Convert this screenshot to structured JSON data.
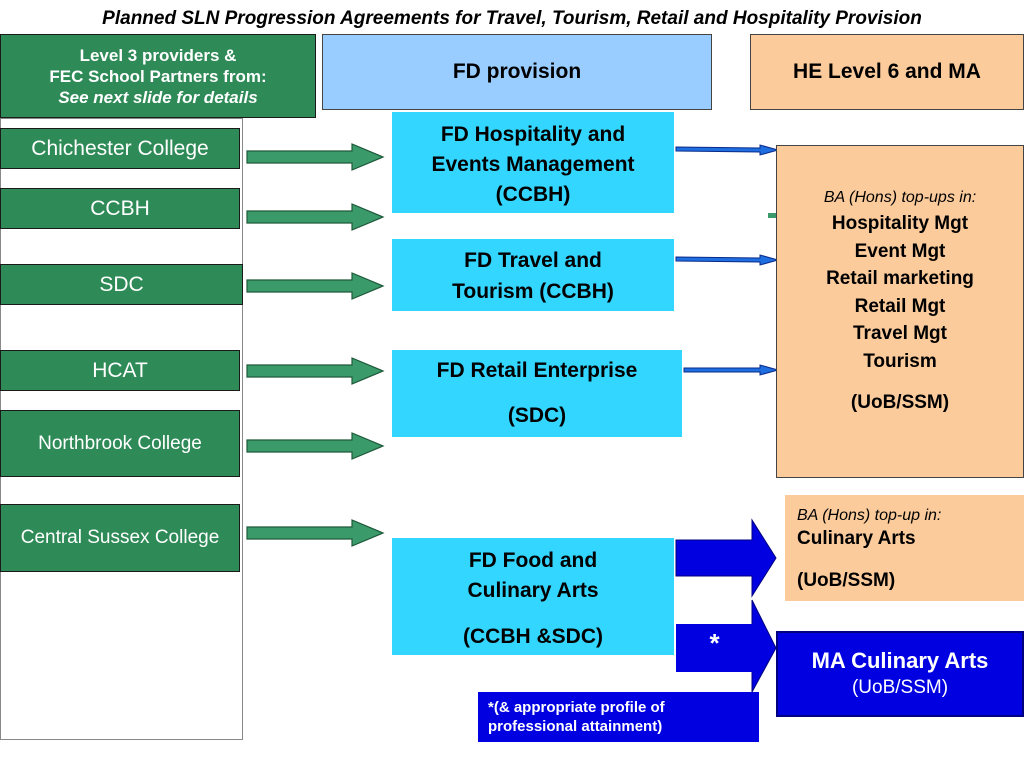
{
  "title": "Planned SLN Progression Agreements for Travel, Tourism, Retail and Hospitality Provision",
  "headers": {
    "providers": {
      "line1": "Level 3 providers  &",
      "line2": "FEC School Partners from:",
      "line3": "See next slide for details"
    },
    "fd": "FD provision",
    "he": "HE Level 6 and MA"
  },
  "colleges": [
    "Chichester College",
    "CCBH",
    "SDC",
    "HCAT",
    "Northbrook College",
    "Central Sussex College"
  ],
  "fd_boxes": {
    "hospitality": {
      "line1": "FD Hospitality and",
      "line2": "Events Management",
      "line3": "(CCBH)"
    },
    "travel": {
      "line1": "FD Travel and",
      "line2": "Tourism (CCBH)"
    },
    "retail": {
      "line1": "FD Retail Enterprise",
      "line2": "(SDC)"
    },
    "food": {
      "line1": "FD Food and",
      "line2": "Culinary Arts",
      "line3": "(CCBH &SDC)"
    }
  },
  "ba_box": {
    "heading": "BA (Hons) top-ups in:",
    "items": [
      "Hospitality Mgt",
      "Event Mgt",
      "Retail marketing",
      "Retail Mgt",
      "Travel Mgt",
      "Tourism"
    ],
    "institution": "(UoB/SSM)"
  },
  "culinary_box": {
    "heading": "BA (Hons) top-up in:",
    "subject": "Culinary Arts",
    "institution": "(UoB/SSM)"
  },
  "star_label": "*",
  "ma_box": {
    "line1": "MA Culinary Arts",
    "line2": "(UoB/SSM)"
  },
  "footnote": {
    "line1": "*(& appropriate profile of",
    "line2": "professional attainment)"
  },
  "colors": {
    "green": "#2e8b57",
    "green_arrow": "#3a9a6a",
    "cyan": "#33d6ff",
    "light_blue": "#99ccff",
    "peach": "#fbcb9c",
    "blue": "#0000e0",
    "arrow_blue": "#1f6fe0"
  }
}
